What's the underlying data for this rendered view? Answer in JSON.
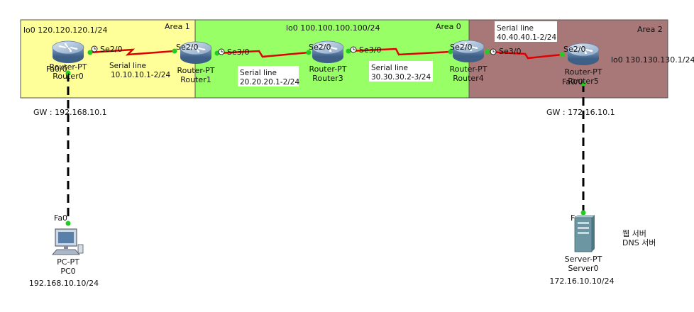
{
  "areas": [
    {
      "id": "area1",
      "label": "Area 1",
      "fill": "#ffff99"
    },
    {
      "id": "area0",
      "label": "Area 0",
      "fill": "#99ff66"
    },
    {
      "id": "area2",
      "label": "Area 2",
      "fill": "#a87878"
    }
  ],
  "loopbacks": {
    "r0": "lo0 120.120.120.1/24",
    "r3": "lo0 100.100.100.100/24",
    "r5": "lo0 130.130.130.1/24"
  },
  "routers": {
    "r0": {
      "type": "Router-PT",
      "name": "Router0"
    },
    "r1": {
      "type": "Router-PT",
      "name": "Router1"
    },
    "r3": {
      "type": "Router-PT",
      "name": "Router3"
    },
    "r4": {
      "type": "Router-PT",
      "name": "Router4"
    },
    "r5": {
      "type": "Router-PT",
      "name": "Router5"
    }
  },
  "interfaces": {
    "r0_se": "Se2/0",
    "r0_fa": "Fa0/0",
    "r1_se2": "Se2/0",
    "r1_se3": "Se3/0",
    "r3_se2": "Se2/0",
    "r3_se3": "Se3/0",
    "r4_se2": "Se2/0",
    "r4_se3": "Se3/0",
    "r5_se": "Se2/0",
    "r5_fa": "Fa0/0",
    "pc_fa": "Fa0",
    "srv_fa": "Fa0"
  },
  "links": [
    {
      "title": "Serial line",
      "subnet": "10.10.10.1-2/24"
    },
    {
      "title": "Serial line",
      "subnet": "20.20.20.1-2/24"
    },
    {
      "title": "Serial line",
      "subnet": "30.30.30.2-3/24"
    },
    {
      "title": "Serial line",
      "subnet": "40.40.40.1-2/24"
    }
  ],
  "gateways": {
    "left": "GW : 192.168.10.1",
    "right": "GW : 172.16.10.1"
  },
  "pc": {
    "type": "PC-PT",
    "name": "PC0",
    "ip": "192.168.10.10/24"
  },
  "server": {
    "type": "Server-PT",
    "name": "Server0",
    "ip": "172.16.10.10/24",
    "role1": "웹 서버",
    "role2": "DNS 서버"
  },
  "colors": {
    "serial": "#e00000",
    "port": "#22cc22",
    "router_body": "#5a7fa8",
    "router_top": "#9fb8d3"
  }
}
